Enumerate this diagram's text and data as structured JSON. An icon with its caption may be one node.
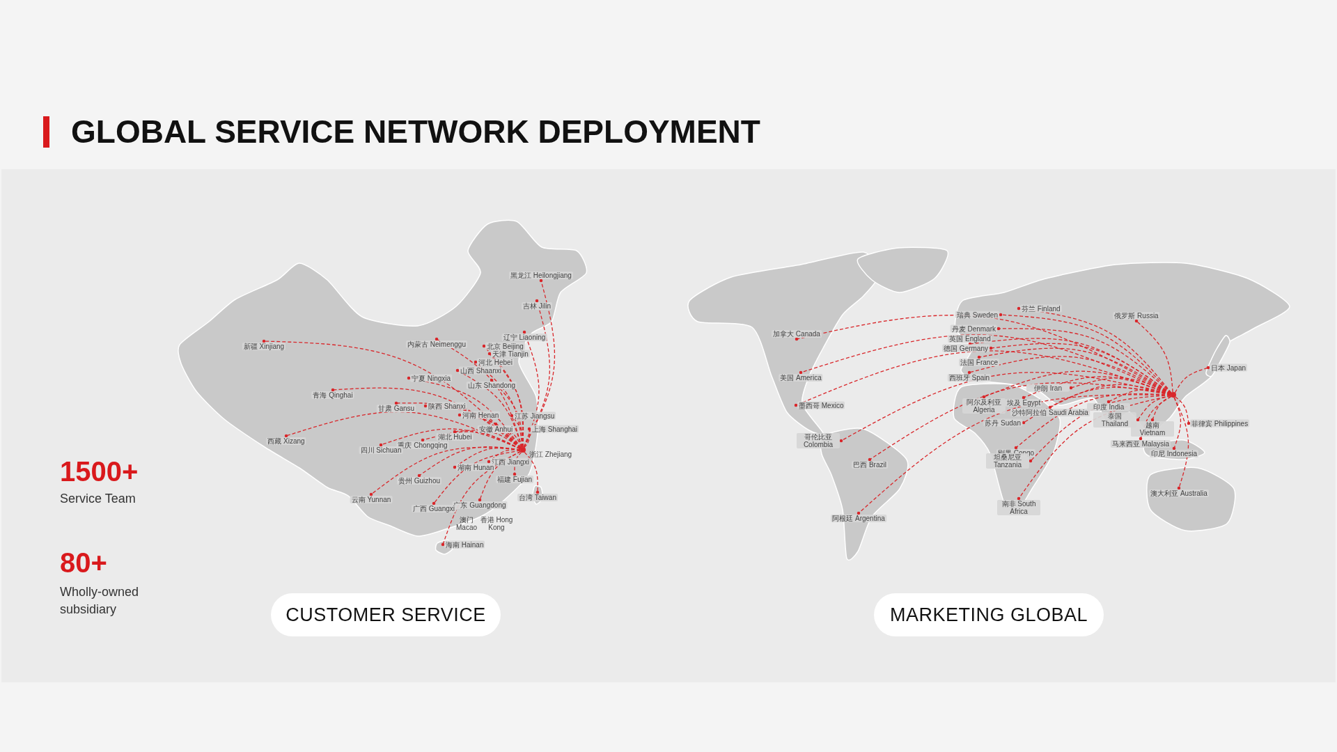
{
  "diagram": {
    "title": "GLOBAL SERVICE NETWORK DEPLOYMENT",
    "nodes": [
      {
        "text": [],
        "shape": "circle"
      },
      {
        "text": [
          "黑龙江 Heilongjiang"
        ]
      },
      {
        "text": [
          "吉林 Jilin"
        ]
      },
      {
        "text": [
          "辽宁 Liaoning"
        ]
      },
      {
        "text": [
          "新疆 Xinjiang"
        ]
      },
      {
        "text": [
          "内蒙古 Neimenggu"
        ]
      },
      {
        "text": [
          "北京 Beijing"
        ]
      },
      {
        "text": [
          "天津 Tianjin"
        ]
      },
      {
        "text": [
          "河北 Hebei"
        ]
      },
      {
        "text": [
          "山西 Shaanxi"
        ]
      },
      {
        "text": [
          "宁夏 Ningxia"
        ]
      },
      {
        "text": [
          "山东 Shandong"
        ]
      },
      {
        "text": [
          "青海 Qinghai"
        ]
      },
      {
        "text": [
          "甘肃 Gansu"
        ]
      },
      {
        "text": [
          "陕西 Shanxi"
        ]
      },
      {
        "text": [
          "河南 Henan"
        ]
      },
      {
        "text": [
          "江苏 Jiangsu"
        ]
      },
      {
        "text": [
          "安徽 Anhui"
        ]
      },
      {
        "text": [
          "上海 Shanghai"
        ]
      },
      {
        "text": [
          "湖北 Hubei"
        ]
      },
      {
        "text": [
          "西藏 Xizang"
        ]
      },
      {
        "text": [
          "重庆 Chongqing"
        ]
      },
      {
        "text": [
          "四川 Sichuan"
        ]
      },
      {
        "text": [
          "江西 Jiangxi"
        ]
      },
      {
        "text": [
          "湖南 Hunan"
        ]
      },
      {
        "text": [
          "福建 Fujian"
        ]
      },
      {
        "text": [
          "贵州 Guizhou"
        ]
      },
      {
        "text": [
          "台湾 Taiwan"
        ]
      },
      {
        "text": [
          "云南 Yunnan"
        ]
      },
      {
        "text": [
          "广东 Guangdong"
        ]
      },
      {
        "text": [
          "广西 Guangxi"
        ]
      },
      {
        "text": [
          "海南 Hainan"
        ]
      },
      {
        "text": [],
        "shape": "circle"
      },
      {
        "text": [
          "芬兰 Finland"
        ]
      },
      {
        "text": [
          "瑞典 Sweden"
        ]
      },
      {
        "text": [
          "俄罗斯 Russia"
        ]
      },
      {
        "text": [
          "加拿大 Canada"
        ]
      },
      {
        "text": [
          "丹麦 Denmark"
        ]
      },
      {
        "text": [
          "英国 England"
        ]
      },
      {
        "text": [
          "德国 Germany"
        ]
      },
      {
        "text": [
          "法国 France"
        ]
      },
      {
        "text": [
          "日本 Japan"
        ]
      },
      {
        "text": [
          "美国 America"
        ]
      },
      {
        "text": [
          "西班牙 Spain"
        ]
      },
      {
        "text": [
          "伊朗 Iran"
        ]
      },
      {
        "text": [
          "阿尔及利亚 Algeria"
        ]
      },
      {
        "text": [
          "埃及 Egypt"
        ]
      },
      {
        "text": [
          "沙特阿拉伯 Saudi Arabia"
        ]
      },
      {
        "text": [
          "印度 India"
        ]
      },
      {
        "text": [
          "墨西哥 Mexico"
        ]
      },
      {
        "text": [
          "苏丹 Sudan"
        ]
      },
      {
        "text": [
          "泰国 Thailand"
        ]
      },
      {
        "text": [
          "越南 Vietnam"
        ]
      },
      {
        "text": [
          "菲律宾 Philippines"
        ]
      },
      {
        "text": [
          "马来西亚 Malaysia"
        ]
      },
      {
        "text": [
          "哥伦比亚 Colombia"
        ]
      },
      {
        "text": [
          "刚果 Congo"
        ]
      },
      {
        "text": [
          "印尼 Indonesia"
        ]
      },
      {
        "text": [
          "巴西 Brazil"
        ]
      },
      {
        "text": [
          "坦桑尼亚 Tanzania"
        ]
      },
      {
        "text": [
          "澳大利亚 Australia"
        ]
      },
      {
        "text": [
          "南非 South Africa"
        ]
      },
      {
        "text": [
          "阿根廷 Argentina"
        ]
      },
      {
        "text": [
          "CUSTOMER SERVICE"
        ]
      },
      {
        "text": [
          "MARKETING GLOBAL"
        ]
      }
    ],
    "edges": [
      {
        "from": 0,
        "to": 1,
        "arrow": "other"
      },
      {
        "from": 0,
        "to": 2,
        "arrow": "other"
      },
      {
        "from": 0,
        "to": 3,
        "arrow": "other"
      },
      {
        "from": 0,
        "to": 4,
        "arrow": "other"
      },
      {
        "from": 0,
        "to": 5,
        "arrow": "other"
      },
      {
        "from": 0,
        "to": 6,
        "arrow": "other"
      },
      {
        "from": 0,
        "to": 7,
        "arrow": "other"
      },
      {
        "from": 0,
        "to": 8,
        "arrow": "other"
      },
      {
        "from": 0,
        "to": 9,
        "arrow": "other"
      },
      {
        "from": 0,
        "to": 10,
        "arrow": "other"
      },
      {
        "from": 0,
        "to": 11,
        "arrow": "other"
      },
      {
        "from": 0,
        "to": 12,
        "arrow": "other"
      },
      {
        "from": 0,
        "to": 13,
        "arrow": "other"
      },
      {
        "from": 0,
        "to": 14,
        "arrow": "other"
      },
      {
        "from": 0,
        "to": 15,
        "arrow": "other"
      },
      {
        "from": 0,
        "to": 16,
        "arrow": "other"
      },
      {
        "from": 0,
        "to": 17,
        "arrow": "other"
      },
      {
        "from": 0,
        "to": 18,
        "arrow": "other"
      },
      {
        "from": 0,
        "to": 19,
        "arrow": "other"
      },
      {
        "from": 0,
        "to": 20,
        "arrow": "other"
      },
      {
        "from": 0,
        "to": 21,
        "arrow": "other"
      },
      {
        "from": 0,
        "to": 22,
        "arrow": "other"
      },
      {
        "from": 0,
        "to": 23,
        "arrow": "other"
      },
      {
        "from": 0,
        "to": 24,
        "arrow": "other"
      },
      {
        "from": 0,
        "to": 25,
        "arrow": "other"
      },
      {
        "from": 0,
        "to": 26,
        "arrow": "other"
      },
      {
        "from": 0,
        "to": 27,
        "arrow": "other"
      },
      {
        "from": 0,
        "to": 28,
        "arrow": "other"
      },
      {
        "from": 0,
        "to": 29,
        "arrow": "other"
      },
      {
        "from": 0,
        "to": 30,
        "arrow": "other"
      },
      {
        "from": 0,
        "to": 31,
        "arrow": "other"
      },
      {
        "from": 32,
        "to": 33,
        "arrow": "other"
      },
      {
        "from": 32,
        "to": 34,
        "arrow": "other"
      },
      {
        "from": 32,
        "to": 35,
        "arrow": "other"
      },
      {
        "from": 32,
        "to": 36,
        "arrow": "other"
      },
      {
        "from": 32,
        "to": 37,
        "arrow": "other"
      },
      {
        "from": 32,
        "to": 38,
        "arrow": "other"
      },
      {
        "from": 32,
        "to": 39,
        "arrow": "other"
      },
      {
        "from": 32,
        "to": 40,
        "arrow": "other"
      },
      {
        "from": 32,
        "to": 41,
        "arrow": "other"
      },
      {
        "from": 32,
        "to": 42,
        "arrow": "other"
      },
      {
        "from": 32,
        "to": 43,
        "arrow": "other"
      },
      {
        "from": 32,
        "to": 44,
        "arrow": "other"
      },
      {
        "from": 32,
        "to": 45,
        "arrow": "other"
      },
      {
        "from": 32,
        "to": 46,
        "arrow": "other"
      },
      {
        "from": 32,
        "to": 47,
        "arrow": "other"
      },
      {
        "from": 32,
        "to": 48,
        "arrow": "other"
      },
      {
        "from": 32,
        "to": 49,
        "arrow": "other"
      },
      {
        "from": 32,
        "to": 50,
        "arrow": "other"
      },
      {
        "from": 32,
        "to": 51,
        "arrow": "other"
      },
      {
        "from": 32,
        "to": 52,
        "arrow": "other"
      },
      {
        "from": 32,
        "to": 53,
        "arrow": "other"
      },
      {
        "from": 32,
        "to": 54,
        "arrow": "other"
      },
      {
        "from": 32,
        "to": 55,
        "arrow": "other"
      },
      {
        "from": 32,
        "to": 56,
        "arrow": "other"
      },
      {
        "from": 32,
        "to": 57,
        "arrow": "other"
      },
      {
        "from": 32,
        "to": 58,
        "arrow": "other"
      },
      {
        "from": 32,
        "to": 59,
        "arrow": "other"
      },
      {
        "from": 32,
        "to": 60,
        "arrow": "other"
      },
      {
        "from": 32,
        "to": 61,
        "arrow": "other"
      },
      {
        "from": 32,
        "to": 62,
        "arrow": "other"
      }
    ],
    "labels": [
      "1500+",
      "Service Team",
      "80+",
      "Wholly-owned subsidiary",
      "浙江 Zhejiang",
      "澳门 Macao",
      "香港 Hong Kong"
    ]
  }
}
